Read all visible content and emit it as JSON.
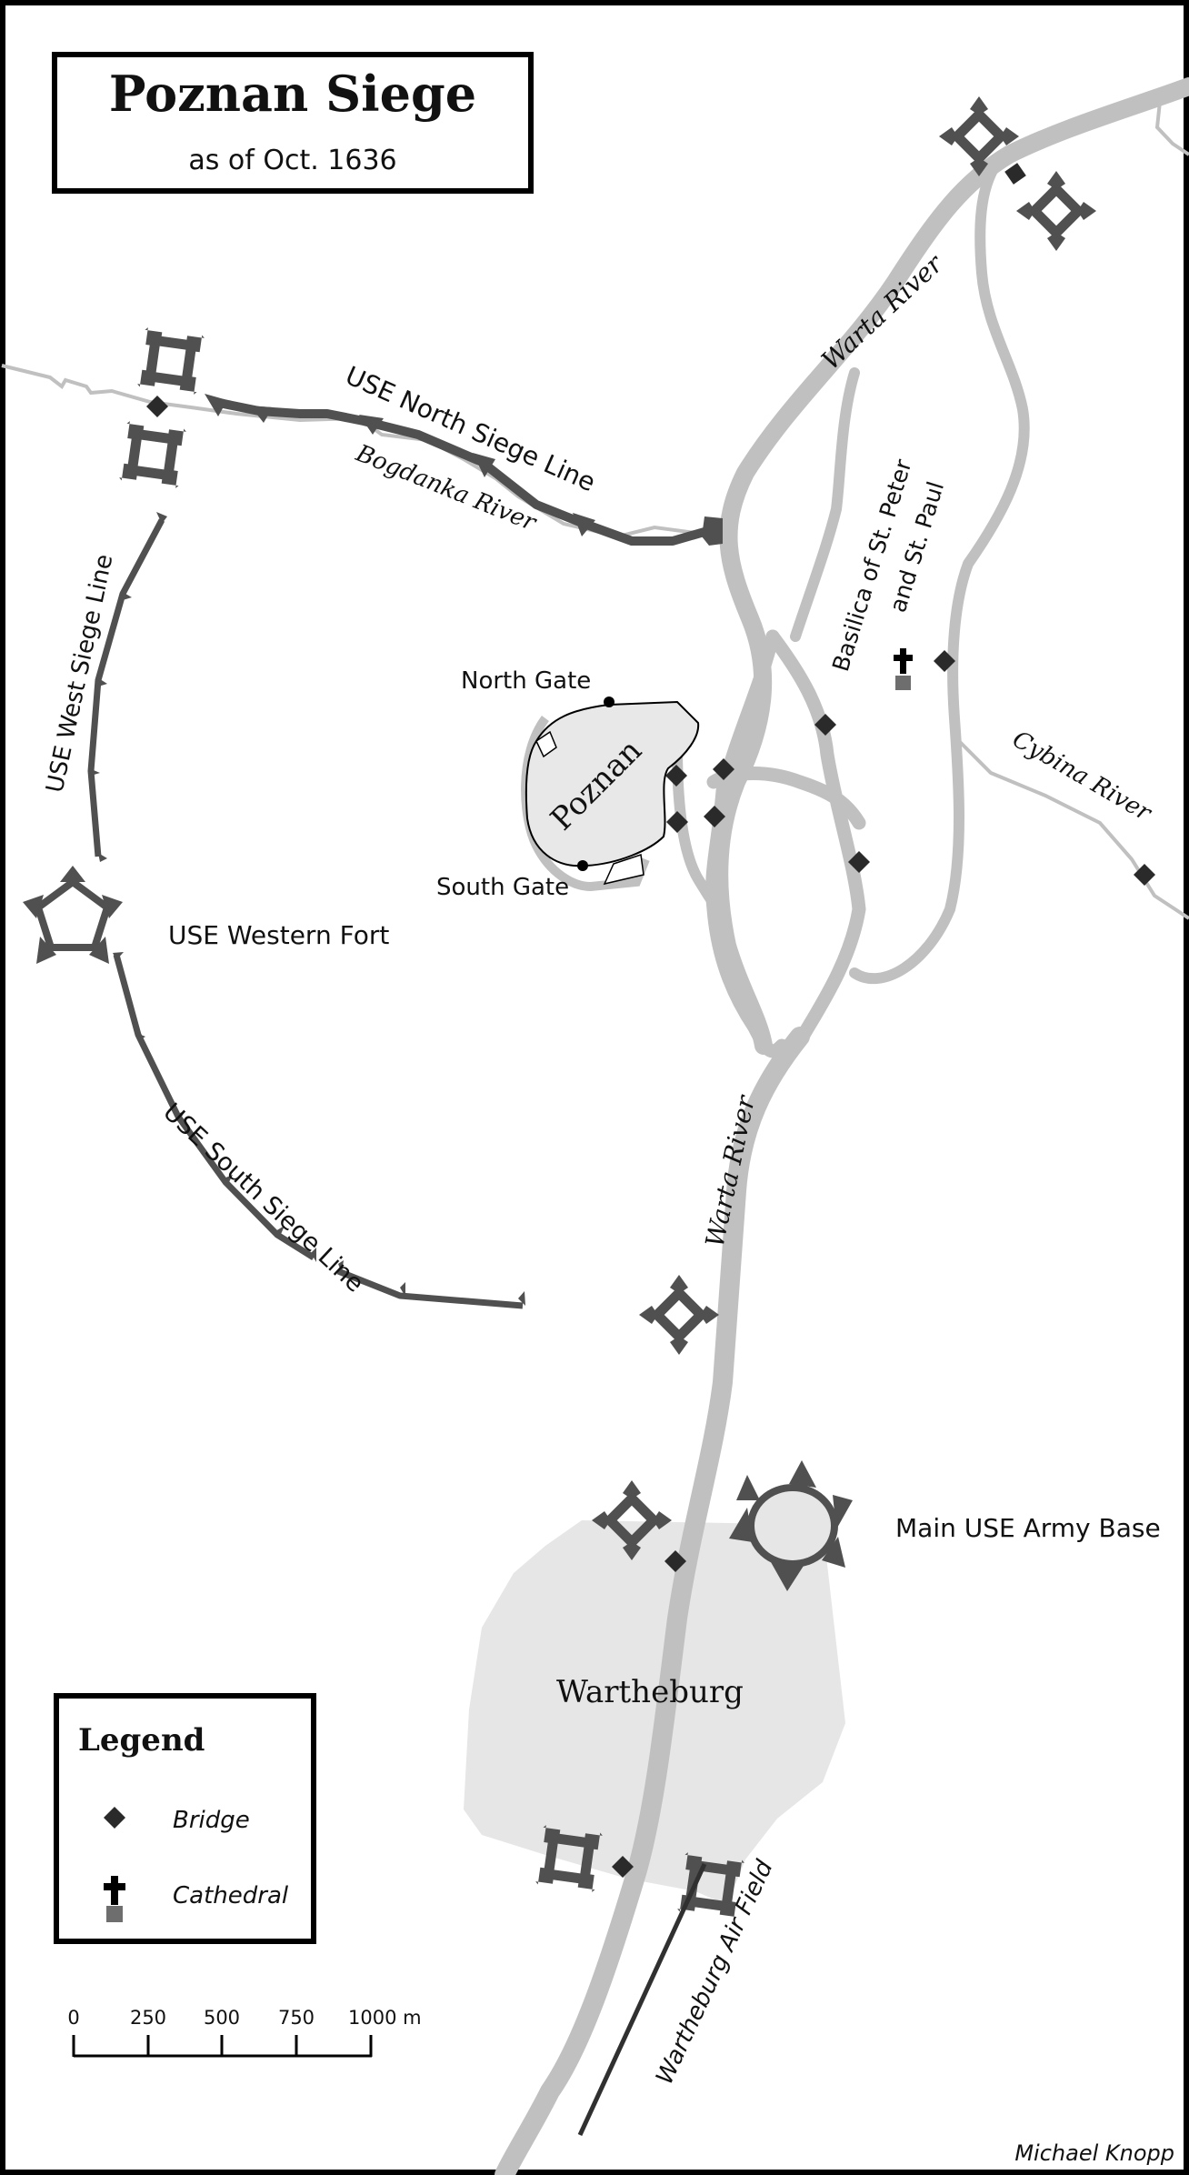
{
  "title": {
    "main": "Poznan Siege",
    "subtitle": "as of Oct. 1636"
  },
  "labels": {
    "north_siege_line": "USE North Siege Line",
    "west_siege_line": "USE West Siege Line",
    "south_siege_line": "USE South Siege Line",
    "western_fort": "USE Western Fort",
    "main_base": "Main USE Army Base",
    "bogdanka_river": "Bogdanka River",
    "warta_river_north": "Warta River",
    "warta_river_south": "Warta River",
    "cybina_river": "Cybina River",
    "basilica_line1": "Basilica of St. Peter",
    "basilica_line2": "and St. Paul",
    "north_gate": "North Gate",
    "south_gate": "South Gate",
    "city": "Poznan",
    "town": "Wartheburg",
    "air_field": "Wartheburg Air Field",
    "author": "Michael Knopp"
  },
  "legend": {
    "title": "Legend",
    "items": [
      {
        "icon": "bridge-icon",
        "label": "Bridge"
      },
      {
        "icon": "cathedral-icon",
        "label": "Cathedral"
      }
    ]
  },
  "scale_bar": {
    "ticks": [
      "0",
      "250",
      "500",
      "750",
      "1000 m"
    ],
    "unit": "m",
    "max_value": 1000
  },
  "colors": {
    "river": "#c0c0c0",
    "siege_line": "#505050",
    "fort": "#505050",
    "bridge": "#2a2a2a",
    "town_area": "#e6e6e6",
    "cathedral_base": "#6e6e6e",
    "border": "#000000"
  }
}
